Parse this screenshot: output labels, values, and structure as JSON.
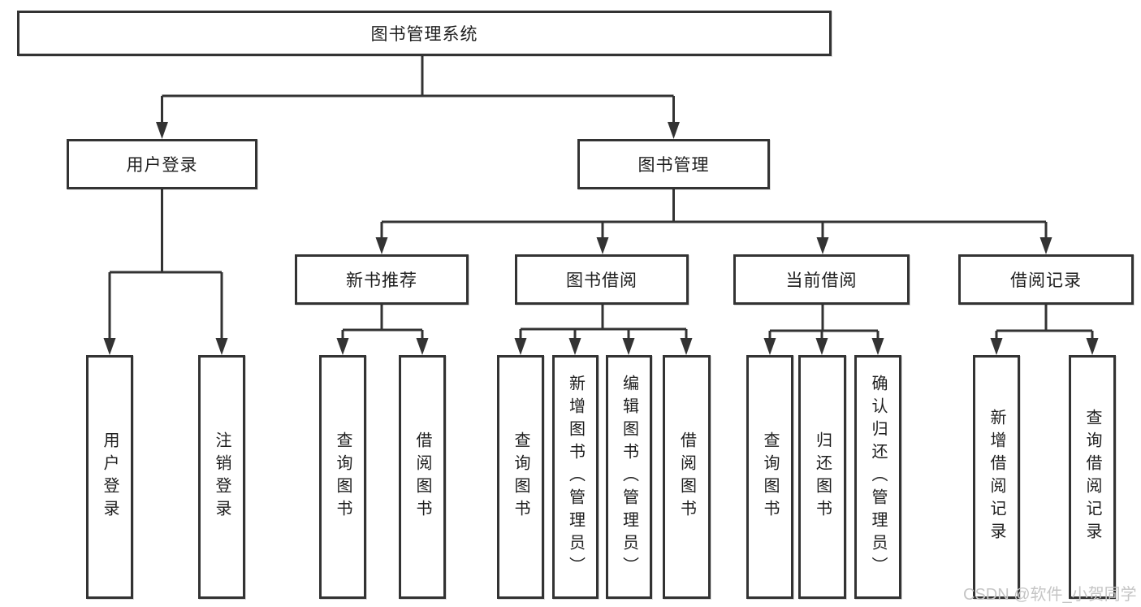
{
  "colors": {
    "line": "#333333",
    "box_border": "#333333",
    "box_fill": "#ffffff",
    "text": "#1e1e1e",
    "watermark": "#c5c5c5"
  },
  "watermark": "CSDN @软件_小贺同学",
  "tree": {
    "label": "图书管理系统",
    "children": [
      {
        "label": "用户登录",
        "children": [
          {
            "label": "用户登录"
          },
          {
            "label": "注销登录"
          }
        ]
      },
      {
        "label": "图书管理",
        "children": [
          {
            "label": "新书推荐",
            "children": [
              {
                "label": "查询图书"
              },
              {
                "label": "借阅图书"
              }
            ]
          },
          {
            "label": "图书借阅",
            "children": [
              {
                "label": "查询图书"
              },
              {
                "label": "新增图书（管理员）"
              },
              {
                "label": "编辑图书（管理员）"
              },
              {
                "label": "借阅图书"
              }
            ]
          },
          {
            "label": "当前借阅",
            "children": [
              {
                "label": "查询图书"
              },
              {
                "label": "归还图书"
              },
              {
                "label": "确认归还（管理员）"
              }
            ]
          },
          {
            "label": "借阅记录",
            "children": [
              {
                "label": "新增借阅记录"
              },
              {
                "label": "查询借阅记录"
              }
            ]
          }
        ]
      }
    ]
  }
}
